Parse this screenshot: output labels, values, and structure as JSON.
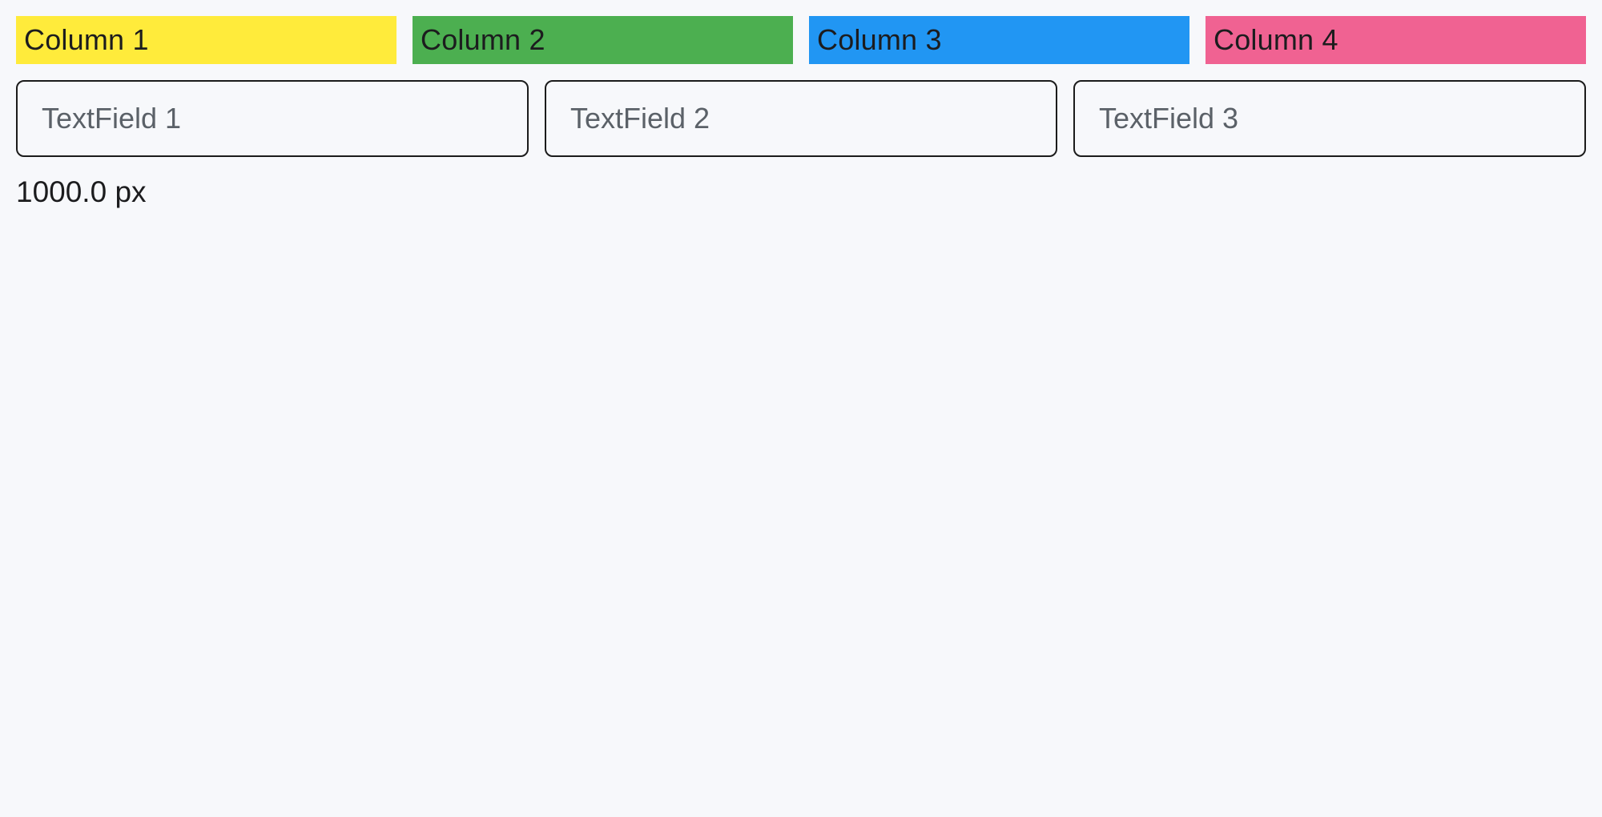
{
  "page": {
    "background_color": "#f7f8fb",
    "size_label": "1000.0 px"
  },
  "columns": [
    {
      "label": "Column 1",
      "color": "#ffeb3b"
    },
    {
      "label": "Column 2",
      "color": "#4caf50"
    },
    {
      "label": "Column 3",
      "color": "#2196f3"
    },
    {
      "label": "Column 4",
      "color": "#f06292"
    }
  ],
  "textfields": [
    {
      "placeholder": "TextField 1",
      "value": ""
    },
    {
      "placeholder": "TextField 2",
      "value": ""
    },
    {
      "placeholder": "TextField 3",
      "value": ""
    }
  ],
  "colors": {
    "column_label_text": "#1c1c1e",
    "textfield_border": "#1b1b1b",
    "textfield_placeholder": "#5b6168",
    "size_label_text": "#1c1c1e"
  }
}
